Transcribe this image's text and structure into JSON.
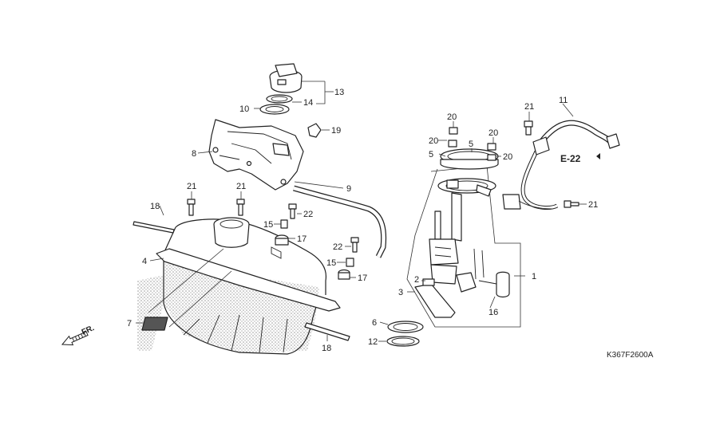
{
  "diagram": {
    "drawing_code": "K367F2600A",
    "ref_label": "E-22",
    "front_label": "FR.",
    "callouts": {
      "c1": "1",
      "c2": "2",
      "c3": "3",
      "c4": "4",
      "c5a": "5",
      "c5b": "5",
      "c6": "6",
      "c7": "7",
      "c8": "8",
      "c9": "9",
      "c10": "10",
      "c11": "11",
      "c12": "12",
      "c13": "13",
      "c14": "14",
      "c15a": "15",
      "c15b": "15",
      "c16": "16",
      "c17a": "17",
      "c17b": "17",
      "c18a": "18",
      "c18b": "18",
      "c19": "19",
      "c20a": "20",
      "c20b": "20",
      "c20c": "20",
      "c20d": "20",
      "c21a": "21",
      "c21b": "21",
      "c21c": "21",
      "c21d": "21",
      "c22a": "22",
      "c22b": "22"
    }
  },
  "colors": {
    "line": "#222222",
    "background": "#ffffff",
    "shade": "#bdbdbd"
  }
}
